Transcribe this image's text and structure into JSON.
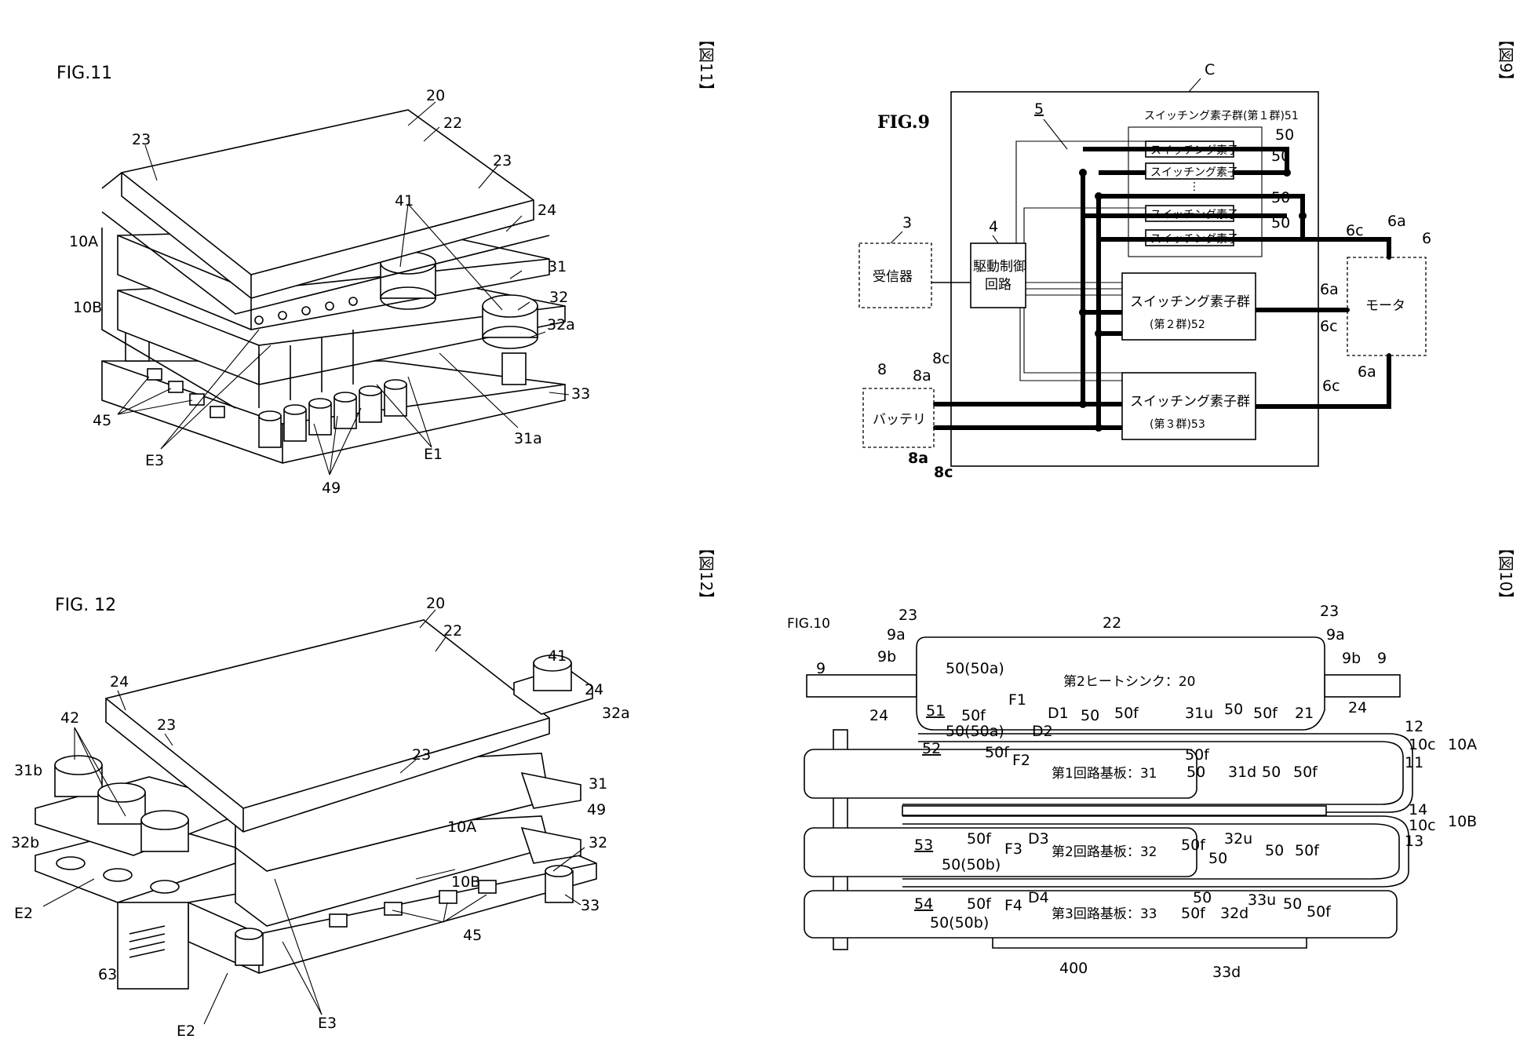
{
  "side_tags": {
    "fig11": "【図11】",
    "fig9": "【図9】",
    "fig12": "【図12】",
    "fig10": "【図10】"
  },
  "fig11": {
    "title": "FIG.11",
    "labels": [
      "20",
      "22",
      "23",
      "23",
      "24",
      "10A",
      "41",
      "31",
      "10B",
      "32",
      "32a",
      "33",
      "45",
      "31a",
      "E1",
      "E3",
      "49"
    ]
  },
  "fig12": {
    "title": "FIG. 12",
    "labels": [
      "20",
      "22",
      "41",
      "24",
      "24",
      "32a",
      "23",
      "23",
      "42",
      "31b",
      "31",
      "49",
      "10A",
      "32",
      "32b",
      "10B",
      "33",
      "E2",
      "63",
      "45",
      "E2",
      "E3"
    ]
  },
  "fig9": {
    "title": "FIG.9",
    "controller": "C",
    "ref5": "5",
    "group1_title": "スイッチング素子群(第１群)51",
    "switch_element": "スイッチング素子",
    "ref50": "50",
    "receiver": "受信器",
    "receiver_ref": "3",
    "drive_circuit_line1": "駆動制御",
    "drive_circuit_line2": "回路",
    "drive_ref": "4",
    "group2_line1": "スイッチング素子群",
    "group2_line2": "(第２群)52",
    "group3_line1": "スイッチング素子群",
    "group3_line2": "(第３群)53",
    "motor": "モータ",
    "motor_ref": "6",
    "battery": "バッテリ",
    "battery_ref": "8",
    "labels": [
      "6c",
      "6a",
      "6a",
      "6c",
      "6a",
      "6c",
      "8c",
      "8a",
      "8a",
      "8c"
    ]
  },
  "fig10": {
    "title": "FIG.10",
    "heatsink": "第2ヒートシンク：20",
    "board1": "第1回路基板：31",
    "board2": "第2回路基板：32",
    "board3": "第3回路基板：33",
    "labels": [
      "22",
      "23",
      "23",
      "9a",
      "9a",
      "9b",
      "9b",
      "9",
      "9",
      "24",
      "24",
      "50(50a)",
      "51",
      "50f",
      "F1",
      "D1",
      "50",
      "50f",
      "31u",
      "50",
      "50f",
      "21",
      "12",
      "10c",
      "10A",
      "11",
      "50(50a)",
      "D2",
      "52",
      "50f",
      "F2",
      "50f",
      "50",
      "31d",
      "50",
      "50f",
      "14",
      "10B",
      "10c",
      "13",
      "53",
      "50f",
      "F3",
      "D3",
      "50f",
      "32u",
      "50",
      "50f",
      "50",
      "50(50b)",
      "54",
      "50f",
      "F4",
      "D4",
      "50",
      "33u",
      "50",
      "50f",
      "50(50b)",
      "50f",
      "32d",
      "400",
      "33d"
    ]
  }
}
